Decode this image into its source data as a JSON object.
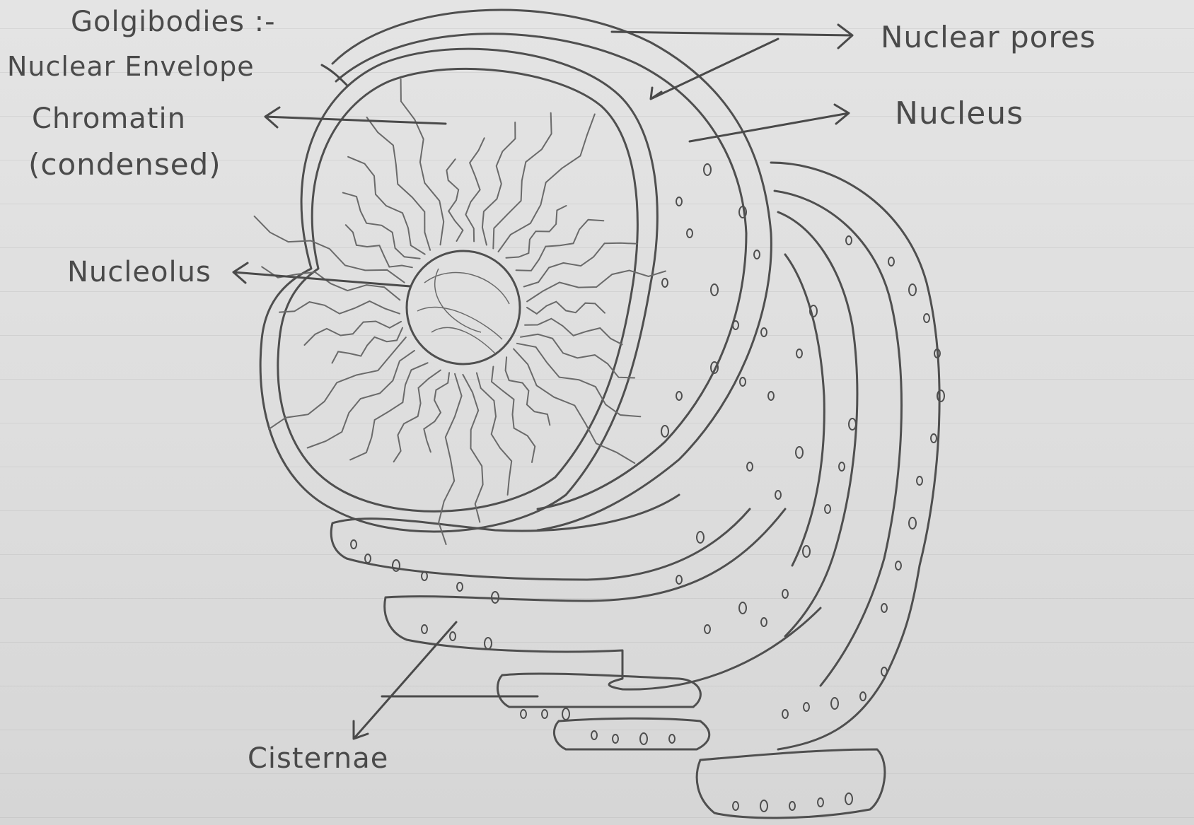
{
  "labels": {
    "heading": "Golgibodies :-",
    "nuclear_envelope": "Nuclear Envelope",
    "chromatin_line1": "Chromatin",
    "chromatin_line2": "(condensed)",
    "nucleolus": "Nucleolus",
    "nuclear_pores": "Nuclear pores",
    "nucleus": "Nucleus",
    "cisternae": "Cisternae"
  },
  "colors": {
    "paper": "#dedede",
    "pencil": "#4a4a4a",
    "pencil_light": "#6e6e6e"
  }
}
